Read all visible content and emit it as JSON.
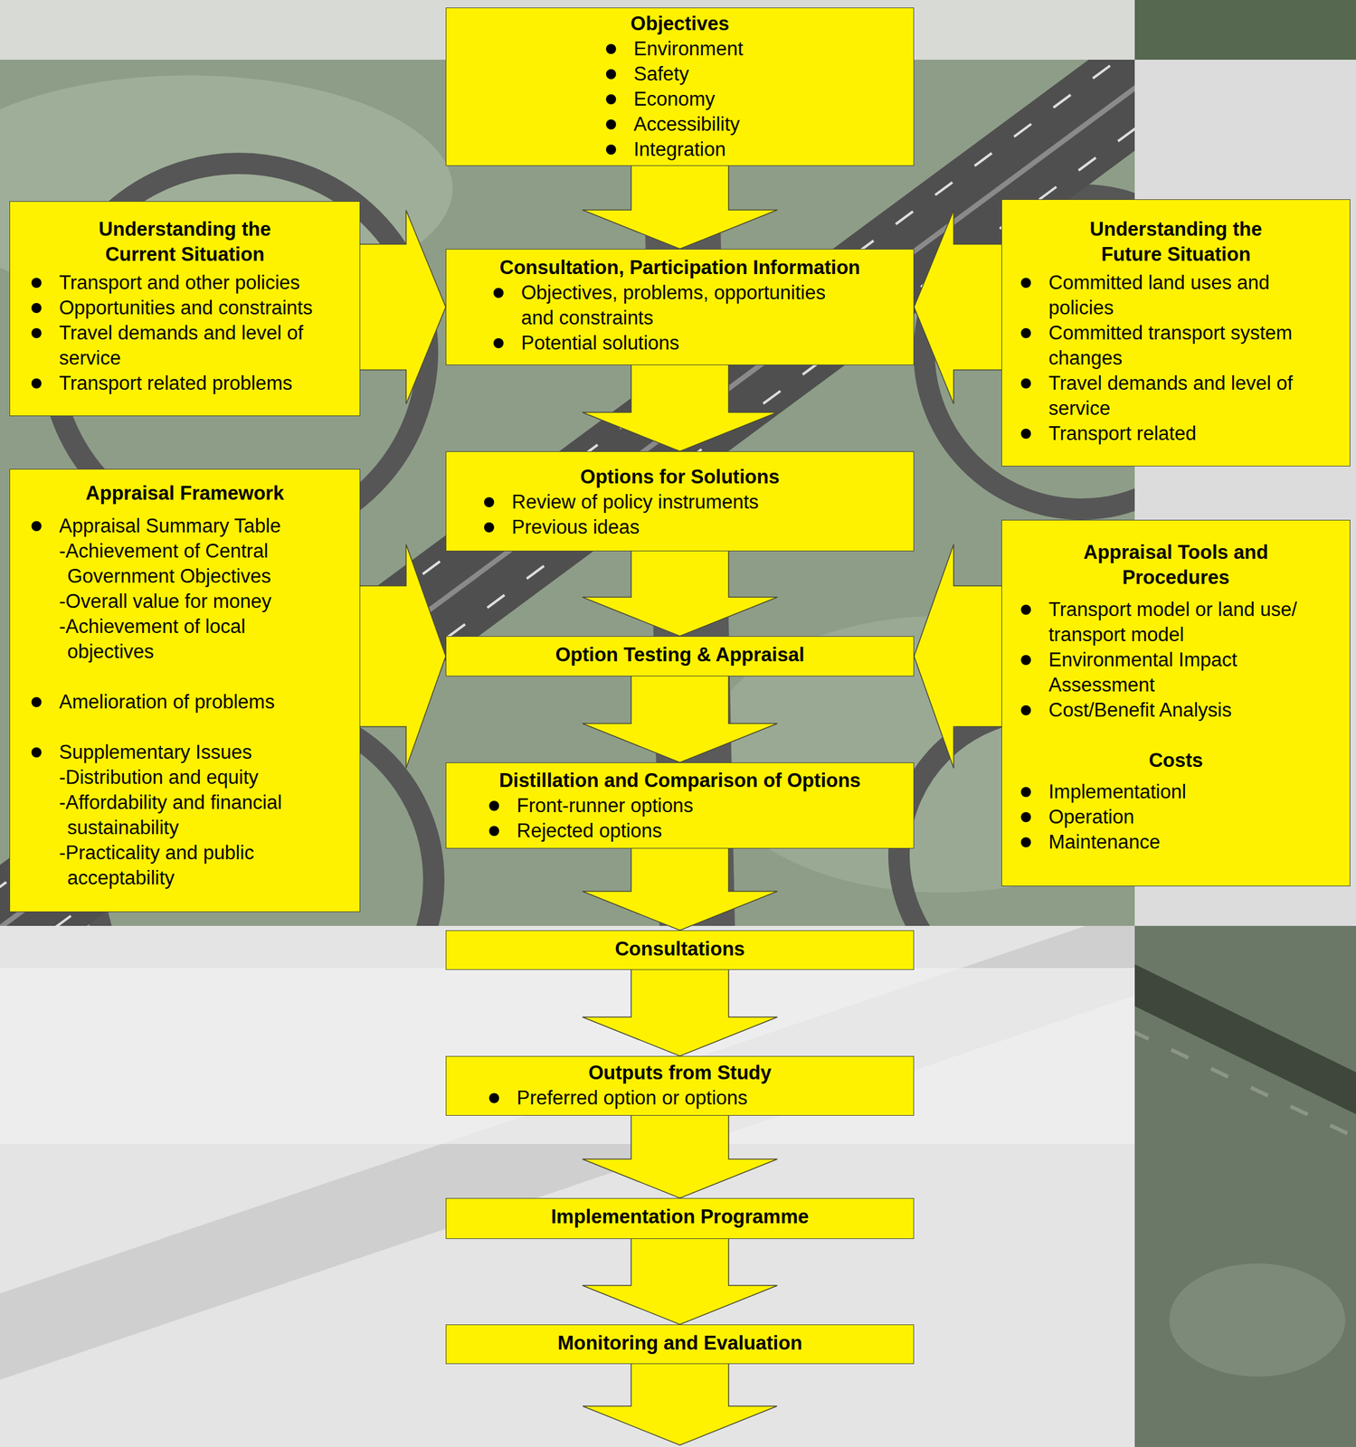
{
  "diagram": {
    "nodes": [
      {
        "text": [
          "Objectives",
          "Environment",
          "Safety",
          "Economy",
          "Accessibility",
          "Integration"
        ]
      },
      {
        "text": [
          "Understanding the Current Situation",
          "Transport and other policies",
          "Opportunities and constraints",
          "Travel demands and level of service",
          "Transport related problems"
        ]
      },
      {
        "text": [
          "Consultation, Participation Information",
          "Objectives, problems, opportunities and constraints",
          "Potential solutions"
        ]
      },
      {
        "text": [
          "Understanding the Future Situation",
          "Committed land uses and policies",
          "Committed transport system changes",
          "Travel demands and level of service",
          "Transport related"
        ]
      },
      {
        "text": [
          "Appraisal Framework",
          "Appraisal Summary Table",
          "-Achievement of Central Government Objectives",
          "-Overall value for money",
          "-Achievement of local objectives",
          "Amelioration of problems",
          "Supplementary Issues",
          "-Distribution and equity",
          "-Affordability and financial sustainability",
          "-Practicality and public acceptability"
        ]
      },
      {
        "text": [
          "Options for Solutions",
          "Review of policy instruments",
          "Previous ideas"
        ]
      },
      {
        "text": [
          "Appraisal Tools and Procedures",
          "Transport model or land use/ transport model",
          "Environmental Impact Assessment",
          "Cost/Benefit Analysis",
          "Costs",
          "Implementationl",
          "Operation",
          "Maintenance"
        ]
      },
      {
        "text": [
          "Option Testing & Appraisal"
        ]
      },
      {
        "text": [
          "Distillation and Comparison of Options",
          "Front-runner options",
          "Rejected options"
        ]
      },
      {
        "text": [
          "Consultations"
        ]
      },
      {
        "text": [
          "Outputs from Study",
          "Preferred option or options"
        ]
      },
      {
        "text": [
          "Implementation Programme"
        ]
      },
      {
        "text": [
          "Monitoring and Evaluation"
        ]
      }
    ],
    "edges": [
      {
        "from": 0,
        "to": 2,
        "arrow": "to"
      },
      {
        "from": 1,
        "to": 2,
        "arrow": "to"
      },
      {
        "from": 3,
        "to": 2,
        "arrow": "to"
      },
      {
        "from": 2,
        "to": 5,
        "arrow": "to"
      },
      {
        "from": 5,
        "to": 7,
        "arrow": "to"
      },
      {
        "from": 4,
        "to": 7,
        "arrow": "to"
      },
      {
        "from": 6,
        "to": 7,
        "arrow": "to"
      },
      {
        "from": 7,
        "to": 8,
        "arrow": "to"
      },
      {
        "from": 8,
        "to": 9,
        "arrow": "to"
      },
      {
        "from": 9,
        "to": 10,
        "arrow": "to"
      },
      {
        "from": 10,
        "to": 11,
        "arrow": "to"
      },
      {
        "from": 11,
        "to": 12,
        "arrow": "to"
      }
    ]
  }
}
